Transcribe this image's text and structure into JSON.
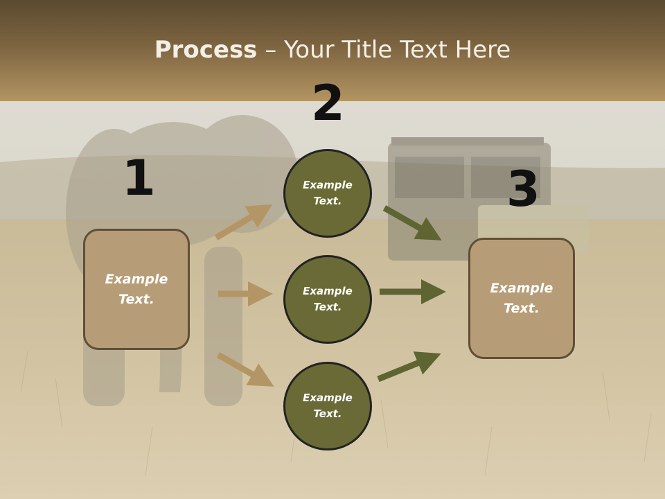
{
  "title": {
    "bold": "Process",
    "rest": " – Your Title Text Here"
  },
  "steps": {
    "one": "1",
    "two": "2",
    "three": "3"
  },
  "left_box": {
    "text": "Example\nText."
  },
  "right_box": {
    "text": "Example\nText."
  },
  "circles": [
    {
      "text": "Example\nText."
    },
    {
      "text": "Example\nText."
    },
    {
      "text": "Example\nText."
    }
  ],
  "colors": {
    "box_fill": "#b69d77",
    "circle_fill": "#6a6a36",
    "arrow_tan": "#b39566",
    "arrow_olive": "#5e6432",
    "header": "#7d6440"
  }
}
